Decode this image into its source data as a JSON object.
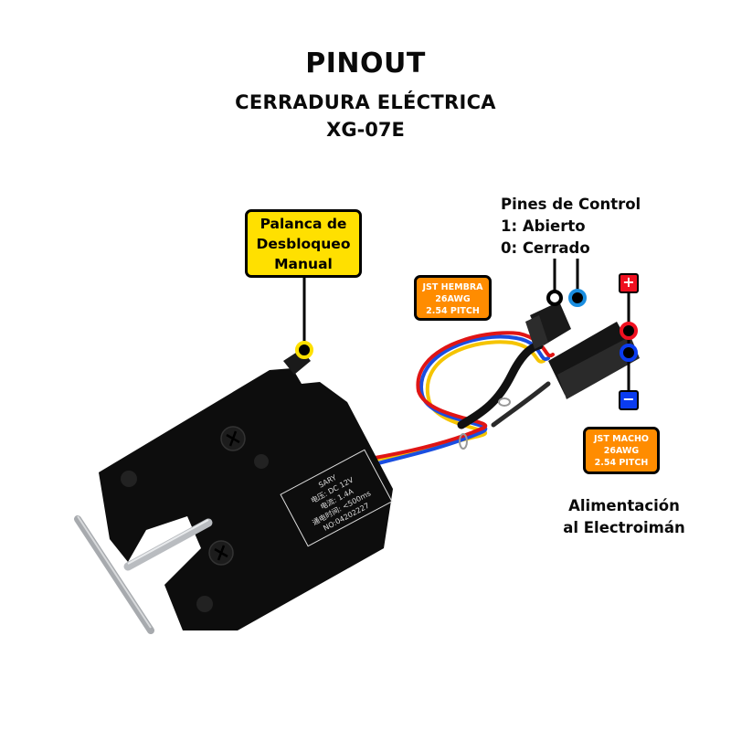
{
  "header": {
    "title": "PINOUT",
    "subtitle": "CERRADURA ELÉCTRICA",
    "model": "XG-07E"
  },
  "callouts": {
    "lever": [
      "Palanca de",
      "Desbloqueo",
      "Manual"
    ],
    "jst_hembra": [
      "JST HEMBRA",
      "26AWG",
      "2.54 PITCH"
    ],
    "jst_macho": [
      "JST MACHO",
      "26AWG",
      "2.54 PITCH"
    ],
    "control_pins": [
      "Pines de Control",
      "1: Abierto",
      "0: Cerrado"
    ],
    "power": [
      "Alimentación",
      "al Electroimán"
    ]
  },
  "power_signs": {
    "positive": "+",
    "negative": "−"
  },
  "device_label": {
    "brand": "SARY",
    "voltage": "电压: DC 12V",
    "current": "电流: 1.4A",
    "time": "通电时间: <500ms",
    "serial": "NO:04202227"
  },
  "colors": {
    "lever_callout": "#ffe000",
    "jst_callout": "#ff8c00",
    "positive": "#f01020",
    "negative": "#0a3cf0",
    "control_pin_1": "#000000",
    "control_pin_0": "#1a8ee0"
  }
}
